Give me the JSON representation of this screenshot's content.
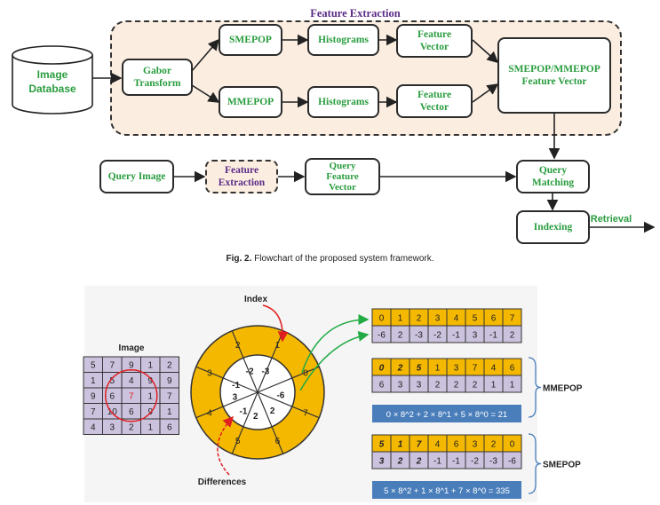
{
  "flowchart": {
    "region_title": "Feature Extraction",
    "image_database": [
      "Image",
      "Database"
    ],
    "gabor": [
      "Gabor",
      "Transform"
    ],
    "smepop": "SMEPOP",
    "mmepop": "MMEPOP",
    "histograms": "Histograms",
    "feature_vector": [
      "Feature",
      "Vector"
    ],
    "combined_vector": [
      "SMEPOP/MMEPOP",
      "Feature Vector"
    ],
    "query_image": "Query Image",
    "feature_extraction_small": [
      "Feature",
      "Extraction"
    ],
    "query_feature_vector": [
      "Query",
      "Feature",
      "Vector"
    ],
    "query_matching": [
      "Query",
      "Matching"
    ],
    "indexing": "Indexing",
    "retrieval": "Retrieval"
  },
  "caption": {
    "label": "Fig. 2.",
    "text": "Flowchart of the proposed system framework."
  },
  "example": {
    "image_label": "Image",
    "grid": [
      [
        "5",
        "7",
        "9",
        "1",
        "2"
      ],
      [
        "1",
        "5",
        "4",
        "9",
        "9"
      ],
      [
        "9",
        "6",
        "7",
        "1",
        "7"
      ],
      [
        "7",
        "10",
        "6",
        "9",
        "1"
      ],
      [
        "4",
        "3",
        "2",
        "1",
        "6"
      ]
    ],
    "index_label": "Index",
    "differences_label": "Differences",
    "outer_indices": [
      "1",
      "0",
      "7",
      "6",
      "5",
      "4",
      "3",
      "2"
    ],
    "inner_diffs": [
      "-6",
      "2",
      "2",
      "-1",
      "3",
      "-1",
      "-2",
      "-3"
    ],
    "index_row": [
      "0",
      "1",
      "2",
      "3",
      "4",
      "5",
      "6",
      "7"
    ],
    "diff_row": [
      "-6",
      "2",
      "-3",
      "-2",
      "-1",
      "3",
      "-1",
      "2"
    ],
    "mmepop": {
      "label": "MMEPOP",
      "top": [
        "0",
        "2",
        "5",
        "1",
        "3",
        "7",
        "4",
        "6"
      ],
      "bottom": [
        "6",
        "3",
        "3",
        "2",
        "2",
        "2",
        "1",
        "1"
      ],
      "formula": "0 × 8^2 + 2 × 8^1 + 5 × 8^0 = 21"
    },
    "smepop": {
      "label": "SMEPOP",
      "top": [
        "5",
        "1",
        "7",
        "4",
        "6",
        "3",
        "2",
        "0"
      ],
      "bottom": [
        "3",
        "2",
        "2",
        "-1",
        "-1",
        "-2",
        "-3",
        "-6"
      ],
      "formula": "5 × 8^2 + 1 × 8^1 + 7 × 8^0 = 335"
    }
  },
  "colors": {
    "green": "#2a9d3f",
    "purple": "#5b2a86",
    "gold": "#f5b800",
    "lavender": "#cbc2de",
    "blue": "#4a7ebb"
  }
}
